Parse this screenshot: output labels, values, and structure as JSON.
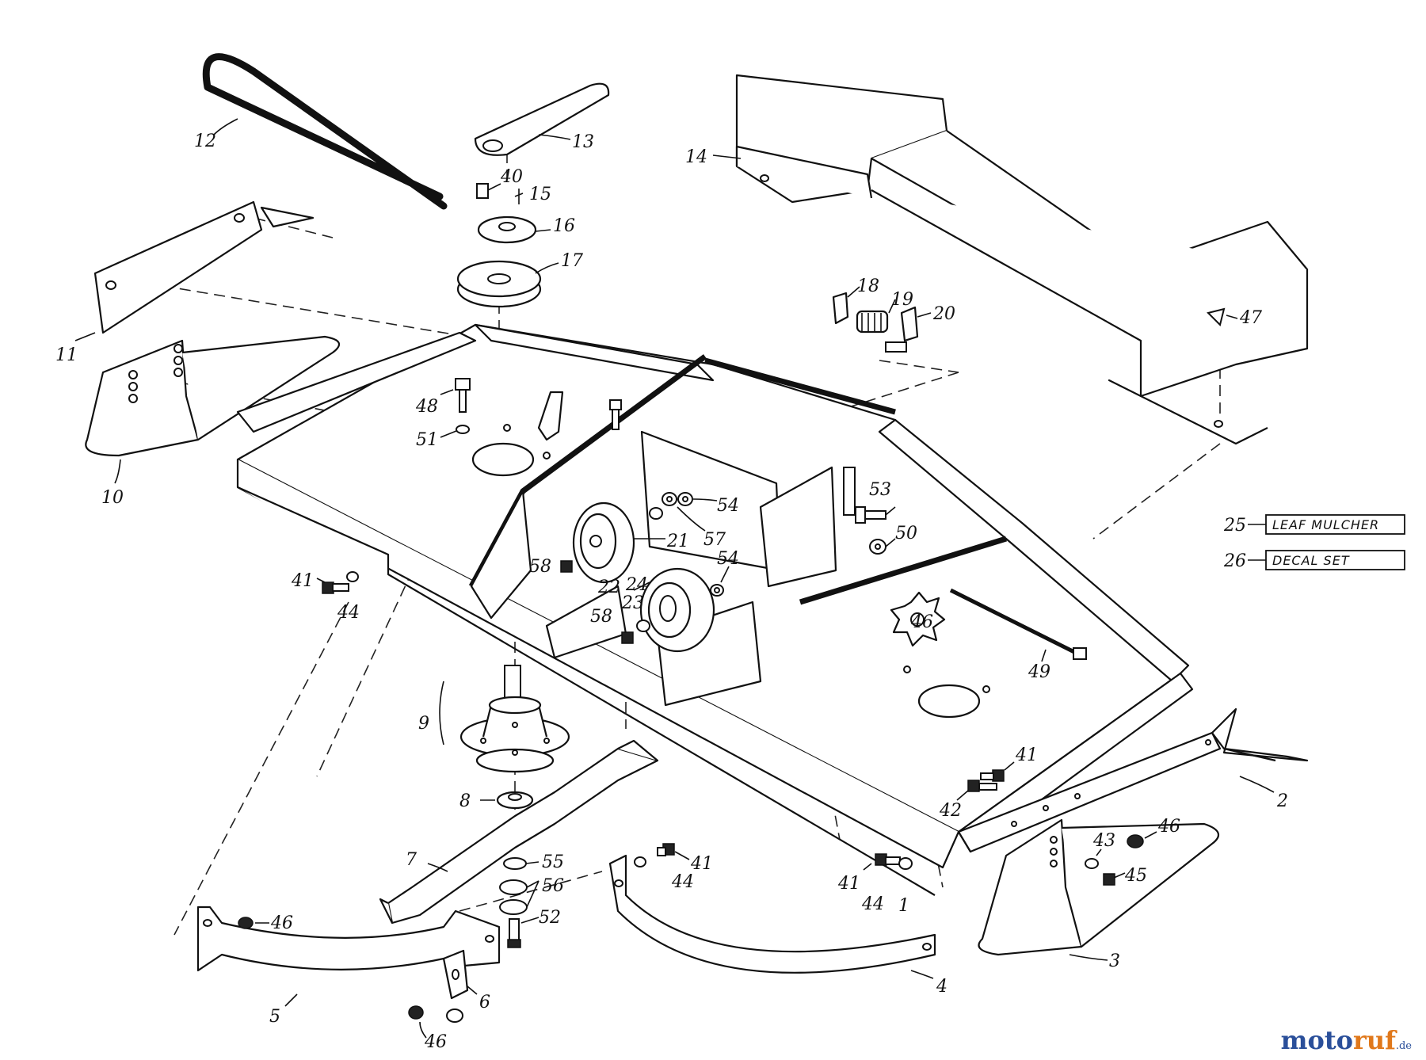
{
  "callouts": [
    {
      "id": "c1",
      "text": "1"
    },
    {
      "id": "c2",
      "text": "2"
    },
    {
      "id": "c3",
      "text": "3"
    },
    {
      "id": "c4",
      "text": "4"
    },
    {
      "id": "c5",
      "text": "5"
    },
    {
      "id": "c6",
      "text": "6"
    },
    {
      "id": "c7",
      "text": "7"
    },
    {
      "id": "c8",
      "text": "8"
    },
    {
      "id": "c9",
      "text": "9"
    },
    {
      "id": "c10",
      "text": "10"
    },
    {
      "id": "c11",
      "text": "11"
    },
    {
      "id": "c12",
      "text": "12"
    },
    {
      "id": "c13",
      "text": "13"
    },
    {
      "id": "c14",
      "text": "14"
    },
    {
      "id": "c15",
      "text": "15"
    },
    {
      "id": "c16",
      "text": "16"
    },
    {
      "id": "c17",
      "text": "17"
    },
    {
      "id": "c18",
      "text": "18"
    },
    {
      "id": "c19",
      "text": "19"
    },
    {
      "id": "c20",
      "text": "20"
    },
    {
      "id": "c21",
      "text": "21"
    },
    {
      "id": "c22",
      "text": "22"
    },
    {
      "id": "c23",
      "text": "23"
    },
    {
      "id": "c24",
      "text": "24"
    },
    {
      "id": "c40",
      "text": "40"
    },
    {
      "id": "c41a",
      "text": "41"
    },
    {
      "id": "c41b",
      "text": "41"
    },
    {
      "id": "c41c",
      "text": "41"
    },
    {
      "id": "c41d",
      "text": "41"
    },
    {
      "id": "c42",
      "text": "42"
    },
    {
      "id": "c43",
      "text": "43"
    },
    {
      "id": "c44a",
      "text": "44"
    },
    {
      "id": "c44b",
      "text": "44"
    },
    {
      "id": "c44c",
      "text": "44"
    },
    {
      "id": "c45",
      "text": "45"
    },
    {
      "id": "c46a",
      "text": "46"
    },
    {
      "id": "c46b",
      "text": "46"
    },
    {
      "id": "c46c",
      "text": "46"
    },
    {
      "id": "c46d",
      "text": "46"
    },
    {
      "id": "c47",
      "text": "47"
    },
    {
      "id": "c48",
      "text": "48"
    },
    {
      "id": "c49",
      "text": "49"
    },
    {
      "id": "c50",
      "text": "50"
    },
    {
      "id": "c51",
      "text": "51"
    },
    {
      "id": "c52",
      "text": "52"
    },
    {
      "id": "c53",
      "text": "53"
    },
    {
      "id": "c54a",
      "text": "54"
    },
    {
      "id": "c54b",
      "text": "54"
    },
    {
      "id": "c55",
      "text": "55"
    },
    {
      "id": "c56",
      "text": "56"
    },
    {
      "id": "c57",
      "text": "57"
    },
    {
      "id": "c58a",
      "text": "58"
    },
    {
      "id": "c58b",
      "text": "58"
    }
  ],
  "notes": [
    {
      "number": "25",
      "label": "LEAF MULCHER"
    },
    {
      "number": "26",
      "label": "DECAL SET"
    }
  ],
  "logo": {
    "part1": "moto",
    "part2": "ruf",
    "suffix": ".de"
  }
}
